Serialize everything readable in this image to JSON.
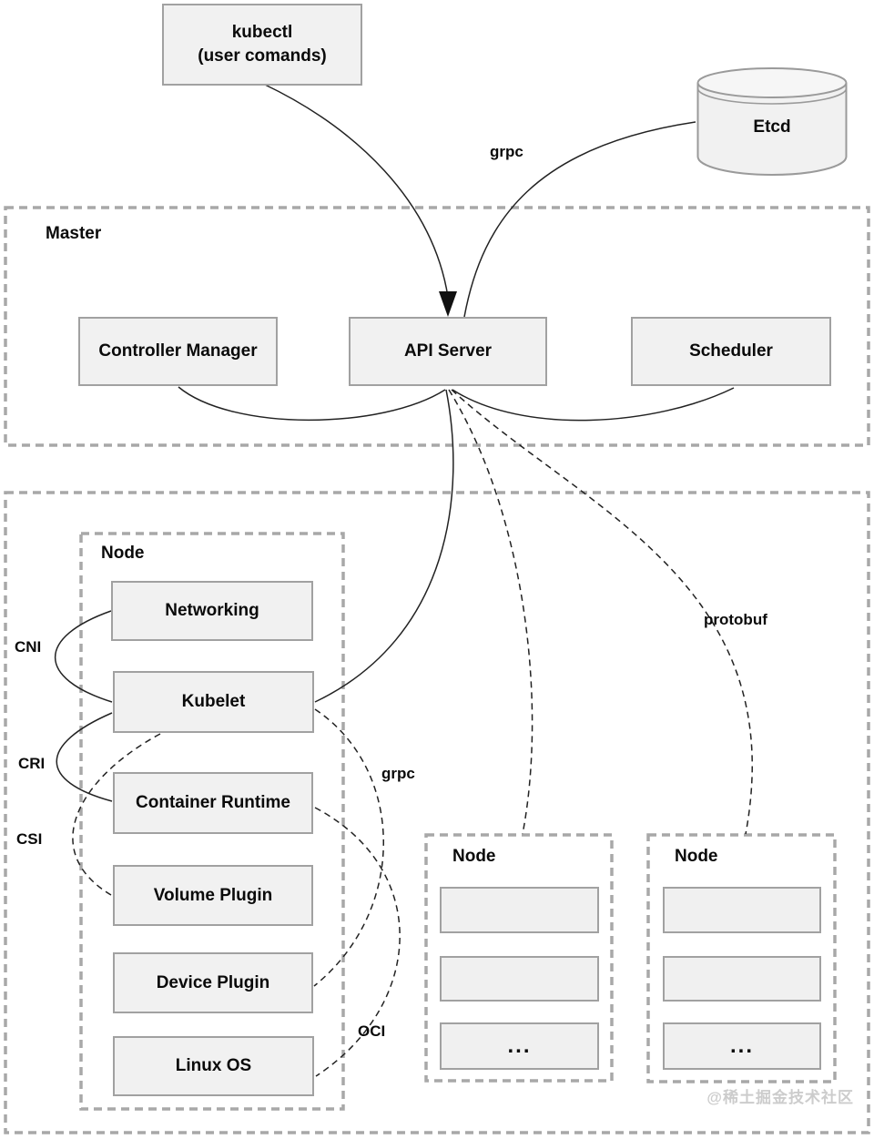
{
  "top": {
    "kubectl_line1": "kubectl",
    "kubectl_line2": "(user comands)",
    "etcd": "Etcd",
    "grpc_label": "grpc"
  },
  "master": {
    "label": "Master",
    "controller_manager": "Controller Manager",
    "api_server": "API Server",
    "scheduler": "Scheduler"
  },
  "node_main": {
    "label": "Node",
    "components": [
      "Networking",
      "Kubelet",
      "Container Runtime",
      "Volume Plugin",
      "Device Plugin",
      "Linux OS"
    ]
  },
  "node_2": {
    "label": "Node",
    "ellipsis": "..."
  },
  "node_3": {
    "label": "Node",
    "ellipsis": "..."
  },
  "edge_labels": {
    "cni": "CNI",
    "cri": "CRI",
    "csi": "CSI",
    "grpc_kubelet": "grpc",
    "oci": "OCI",
    "protobuf": "protobuf"
  },
  "watermark": "@稀土掘金技术社区",
  "colors": {
    "box_fill": "#f1f1f1",
    "box_border": "#a1a1a1",
    "dashed_border": "#a8a8a8",
    "line": "#222222",
    "text": "#0a0a0a",
    "watermark": "#cccccc"
  }
}
